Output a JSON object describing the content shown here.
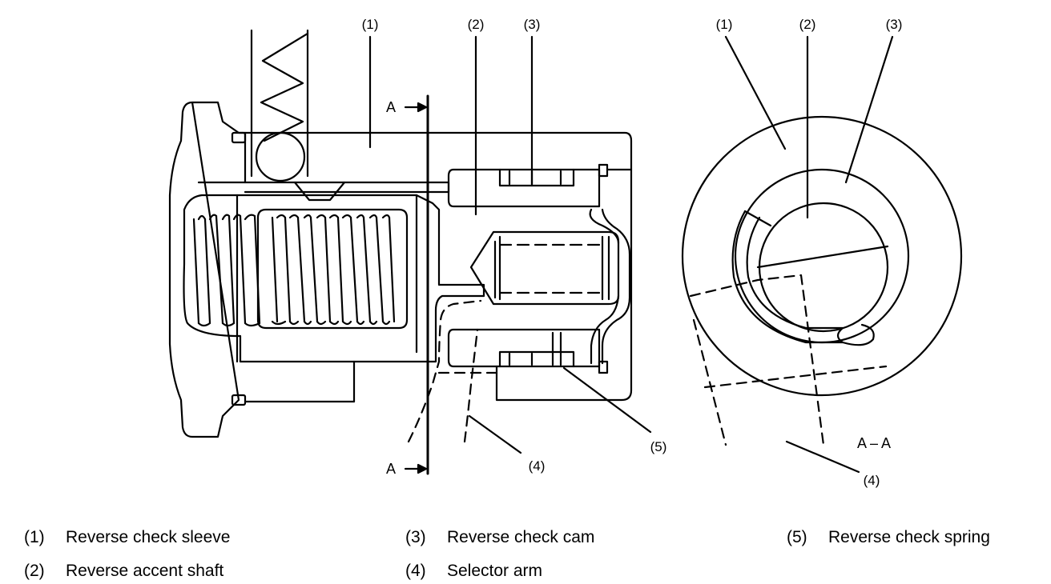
{
  "callouts": {
    "sleeve": "(1)",
    "shaft": "(2)",
    "cam": "(3)",
    "selector_arm": "(4)",
    "spring": "(5)"
  },
  "section_marks": {
    "top": "A",
    "bottom": "A",
    "view_label": "A – A"
  },
  "legend": [
    {
      "num": "(1)",
      "label": "Reverse check sleeve"
    },
    {
      "num": "(2)",
      "label": "Reverse accent shaft"
    },
    {
      "num": "(3)",
      "label": "Reverse check cam"
    },
    {
      "num": "(4)",
      "label": "Selector arm"
    },
    {
      "num": "(5)",
      "label": "Reverse check spring"
    }
  ]
}
